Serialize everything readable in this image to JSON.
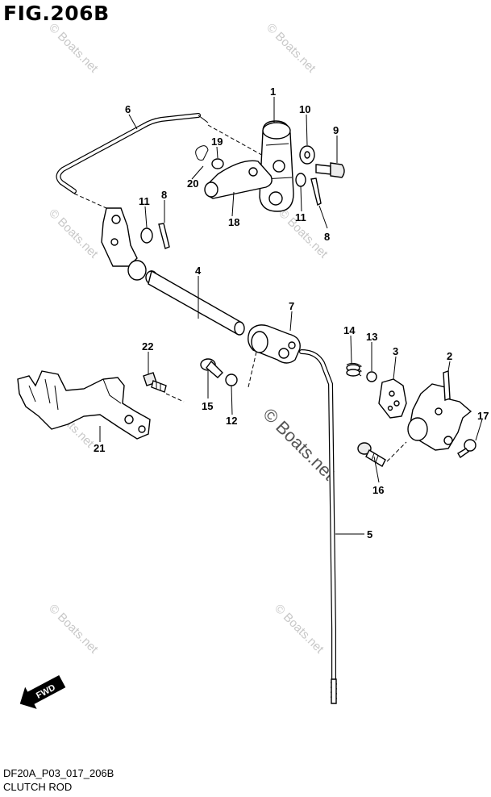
{
  "figure": {
    "title": "FIG.206B",
    "code": "DF20A_P03_017_206B",
    "name": "CLUTCH ROD"
  },
  "watermark": {
    "small": "© Boats.net",
    "large": "© Boats.net"
  },
  "direction_badge": "FWD",
  "callouts": [
    {
      "id": "c1",
      "label": "1"
    },
    {
      "id": "c2",
      "label": "2"
    },
    {
      "id": "c3",
      "label": "3"
    },
    {
      "id": "c4",
      "label": "4"
    },
    {
      "id": "c5",
      "label": "5"
    },
    {
      "id": "c6",
      "label": "6"
    },
    {
      "id": "c7",
      "label": "7"
    },
    {
      "id": "c8a",
      "label": "8"
    },
    {
      "id": "c8b",
      "label": "8"
    },
    {
      "id": "c9",
      "label": "9"
    },
    {
      "id": "c10",
      "label": "10"
    },
    {
      "id": "c11a",
      "label": "11"
    },
    {
      "id": "c11b",
      "label": "11"
    },
    {
      "id": "c12",
      "label": "12"
    },
    {
      "id": "c13",
      "label": "13"
    },
    {
      "id": "c14",
      "label": "14"
    },
    {
      "id": "c15",
      "label": "15"
    },
    {
      "id": "c16",
      "label": "16"
    },
    {
      "id": "c17",
      "label": "17"
    },
    {
      "id": "c18",
      "label": "18"
    },
    {
      "id": "c19",
      "label": "19"
    },
    {
      "id": "c20",
      "label": "20"
    },
    {
      "id": "c21",
      "label": "21"
    },
    {
      "id": "c22",
      "label": "22"
    }
  ]
}
